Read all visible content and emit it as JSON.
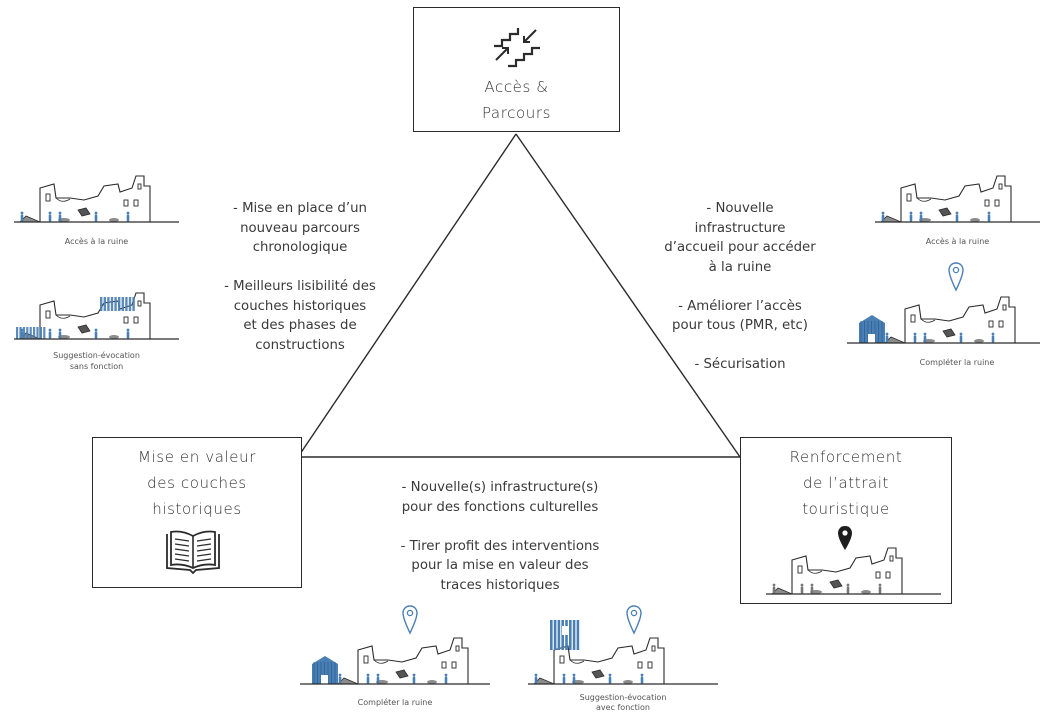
{
  "nodes": {
    "top": {
      "line1": "Accès &",
      "line2": "Parcours"
    },
    "left": {
      "line1": "Mise en valeur",
      "line2": "des couches",
      "line3": "historiques"
    },
    "right": {
      "line1": "Renforcement",
      "line2": "de l’attrait",
      "line3": "touristique"
    }
  },
  "edges": {
    "left": [
      "- Mise en place d’un",
      "nouveau parcours",
      "chronologique",
      "",
      "- Meilleurs lisibilité des",
      "couches historiques",
      "et des phases de",
      "constructions"
    ],
    "right": [
      "- Nouvelle",
      "infrastructure",
      "d’accueil pour accéder",
      "à la ruine",
      "",
      "- Améliorer l’accès",
      "pour tous (PMR, etc)",
      "",
      "- Sécurisation"
    ],
    "bottom": [
      "- Nouvelle(s) infrastructure(s)",
      "pour des fonctions culturelles",
      "",
      "- Tirer profit des interventions",
      "pour la mise en valeur des",
      "traces historiques"
    ]
  },
  "captions": {
    "left_top": "Accès à la ruine",
    "left_bottom_1": "Suggestion-évocation",
    "left_bottom_2": "sans fonction",
    "right_top": "Accès à la ruine",
    "right_bottom": "Compléter la ruine",
    "bottom_left": "Compléter la ruine",
    "bottom_right_1": "Suggestion-évocation",
    "bottom_right_2": "avec fonction"
  },
  "icons": {
    "top": "stairs-icon",
    "left": "open-book-icon",
    "right": "map-pin-icon",
    "ruins": "ruin-sketch-icon",
    "location": "location-marker-icon"
  },
  "colors": {
    "line": "#2b2b2b",
    "accent_blue": "#4a7fb5",
    "stone_gray": "#8c8c8c"
  }
}
